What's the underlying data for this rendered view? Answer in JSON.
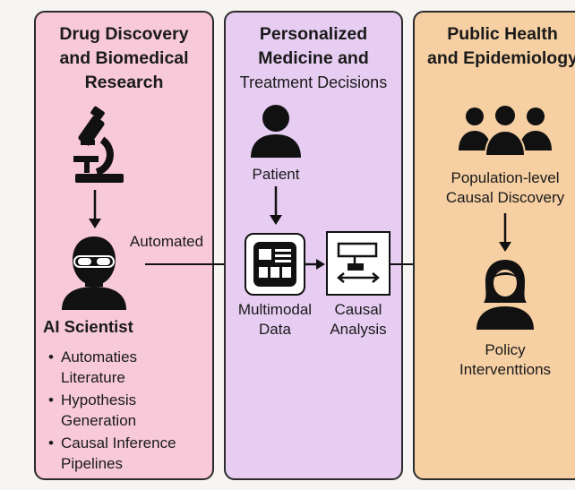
{
  "panels": {
    "drug": {
      "title_line1": "Drug Discovery",
      "title_line2": "and Biomedical",
      "title_line3": "Research",
      "icon_top": "microscope-icon",
      "icon_agent": "scientist-with-goggles-icon",
      "arrow_label": "Automated",
      "agent_label": "AI Scientist",
      "bullets": [
        {
          "line1": "Automaties",
          "line2": "Literature"
        },
        {
          "line1": "Hypothesis",
          "line2": "Generation"
        },
        {
          "line1": "Causal Inference",
          "line2": "Pipelines"
        }
      ],
      "color": "#f8c9d9"
    },
    "personalized": {
      "title_line1": "Personalized",
      "title_line2": "Medicine and",
      "title_line3": "Treatment Decisions",
      "icon_top": "person-icon",
      "patient_label": "Patient",
      "box1_icon": "id-card-icon",
      "box1_label_line1": "Multimodal",
      "box1_label_line2": "Data",
      "box2_icon": "flowchart-icon",
      "box2_label_line1": "Causal",
      "box2_label_line2": "Analysis",
      "color": "#e7cdf2"
    },
    "public": {
      "title_line1": "Public Health",
      "title_line2": "and Epidemiology",
      "icon_top": "group-of-people-icon",
      "discovery_line1": "Population-level",
      "discovery_line2": "Causal Discovery",
      "icon_policy": "person-female-icon",
      "policy_line1": "Policy",
      "policy_line2": "Interventtions",
      "color": "#f6cfa3"
    }
  }
}
